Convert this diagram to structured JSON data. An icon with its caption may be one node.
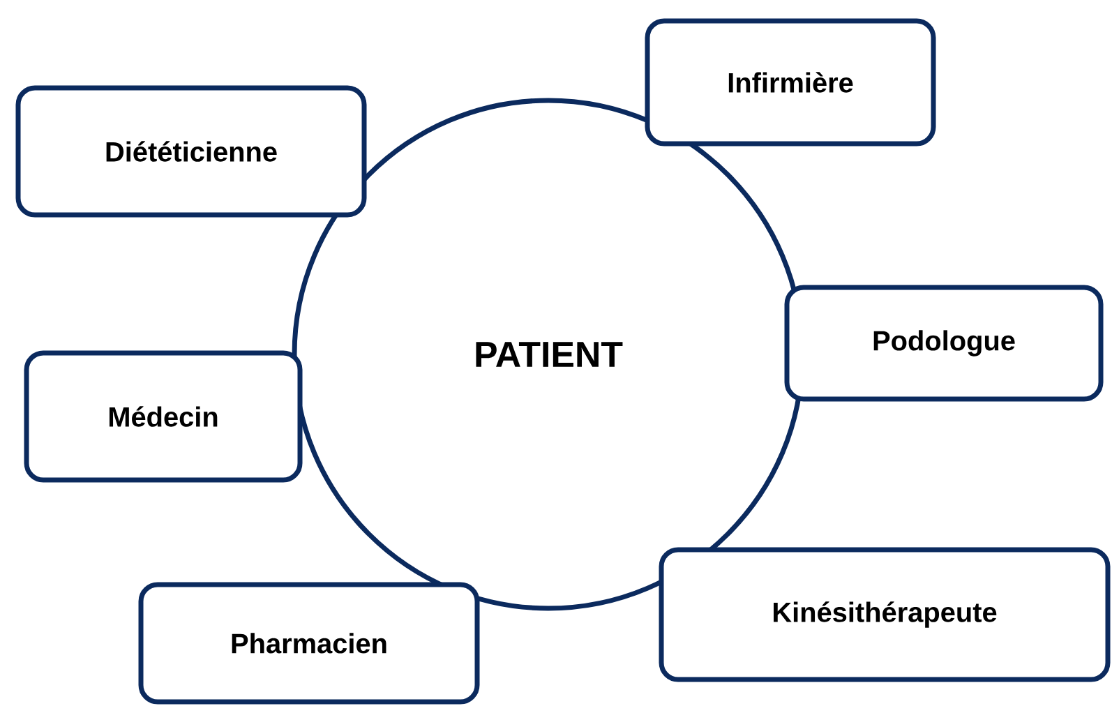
{
  "diagram": {
    "nodes": [
      {
        "text": [
          "Infirmière"
        ]
      },
      {
        "text": [
          "Diététicienne"
        ]
      },
      {
        "text": [
          "PATIENT"
        ]
      },
      {
        "text": [
          "Podologue"
        ]
      },
      {
        "text": [
          "Médecin"
        ]
      },
      {
        "text": [
          "Kinésithérapeute"
        ]
      },
      {
        "text": [
          "Pharmacien"
        ]
      }
    ],
    "edges": []
  }
}
